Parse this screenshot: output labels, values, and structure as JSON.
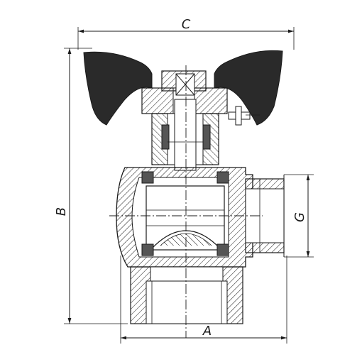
{
  "dimensions": {
    "A": "A",
    "B": "B",
    "C": "C",
    "G": "G"
  },
  "colors": {
    "line": "#1a1a1a",
    "handle_fill": "#2a2a2a",
    "seal_fill": "#555555",
    "background": "#ffffff"
  }
}
